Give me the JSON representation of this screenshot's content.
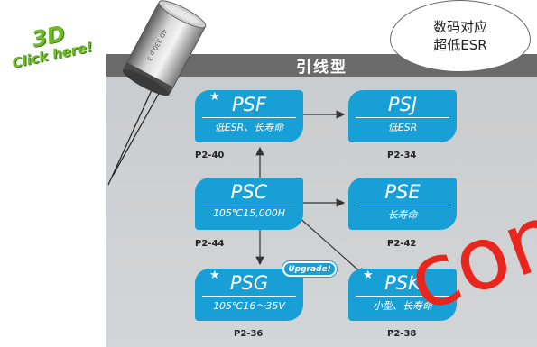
{
  "header": {
    "title": "引线型"
  },
  "bubble": {
    "line1": "数码对应",
    "line2": "超低ESR"
  },
  "click3d": {
    "big": "3D",
    "small": "Click here!"
  },
  "upgrade_badge": "Upgrade!",
  "capacitor": {
    "marking": "4D 330 p 3"
  },
  "products": [
    {
      "id": "psf",
      "name": "PSF",
      "desc": "低ESR、长寿命",
      "page": "P2-40",
      "star": true
    },
    {
      "id": "psj",
      "name": "PSJ",
      "desc": "低ESR",
      "page": "P2-34",
      "star": false
    },
    {
      "id": "psc",
      "name": "PSC",
      "desc": "105℃15,000H",
      "page": "P2-44",
      "star": false
    },
    {
      "id": "pse",
      "name": "PSE",
      "desc": "长寿命",
      "page": "P2-42",
      "star": false
    },
    {
      "id": "psg",
      "name": "PSG",
      "desc": "105℃16～35V",
      "page": "P2-36",
      "star": true
    },
    {
      "id": "psk",
      "name": "PSK",
      "desc": "小型、长寿命",
      "page": "P2-38",
      "star": true
    }
  ],
  "watermark": {
    "text": "con"
  },
  "colors": {
    "card_blue": "#18a0d6",
    "header_gray": "#6b6b6b",
    "panel_gray": "#cdd0d2",
    "click_green": "#6fba2c",
    "watermark_red": "#e8261e"
  },
  "icons": {
    "star": "star-icon"
  }
}
